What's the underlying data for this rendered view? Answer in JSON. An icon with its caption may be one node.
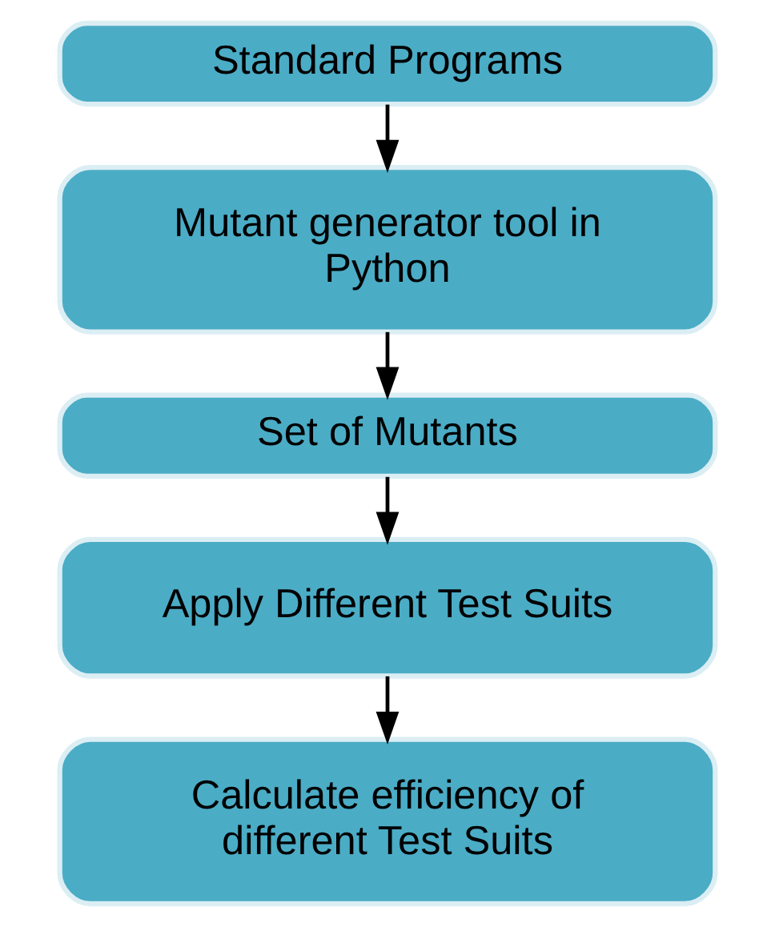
{
  "diagram": {
    "nodes": [
      {
        "text": [
          "Standard Programs"
        ]
      },
      {
        "text": [
          "Mutant generator tool in Python"
        ]
      },
      {
        "text": [
          "Set of Mutants"
        ]
      },
      {
        "text": [
          "Apply Different Test Suits"
        ]
      },
      {
        "text": [
          "Calculate efficiency of different Test Suits"
        ]
      }
    ],
    "edges": [
      {
        "from": 0,
        "to": 1,
        "arrow": "to"
      },
      {
        "from": 1,
        "to": 2,
        "arrow": "to"
      },
      {
        "from": 2,
        "to": 3,
        "arrow": "to"
      },
      {
        "from": 3,
        "to": 4,
        "arrow": "to"
      }
    ]
  }
}
